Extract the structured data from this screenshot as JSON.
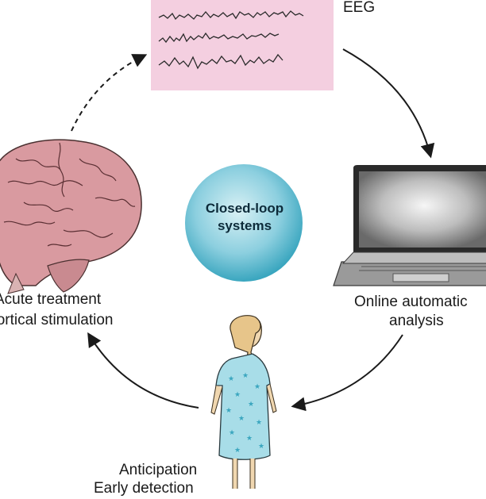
{
  "center": {
    "line1": "Closed-loop",
    "line2": "systems"
  },
  "eeg": {
    "label": "EEG"
  },
  "laptop": {
    "line1": "Online automatic",
    "line2": "analysis"
  },
  "treatment": {
    "line1": "Acute treatment",
    "line2": "Cortical stimulation"
  },
  "patient": {
    "line1": "Anticipation",
    "line2": "Early detection"
  },
  "colors": {
    "circle_center": "#bfe6ee",
    "circle_edge": "#3aa6bf",
    "eeg_bg": "#f4cfe0",
    "brain": "#d99aa0",
    "gown": "#a8dde8"
  }
}
